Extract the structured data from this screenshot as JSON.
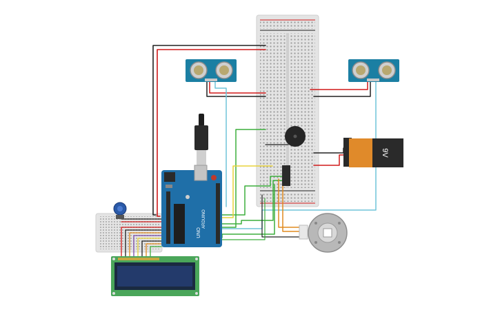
{
  "battery": {
    "label": "9V"
  },
  "arduino": {
    "board_text": "UNO",
    "brand_text": "ARDUINO"
  },
  "colors": {
    "board_blue": "#1f6fa8",
    "sensor_blue": "#1b7fa3",
    "breadboard": "#e6e6e6",
    "wire_red": "#d01818",
    "wire_black": "#202020",
    "wire_green": "#3cae3c",
    "wire_cyan": "#6ec4d8",
    "wire_yellow": "#e8d23a",
    "wire_orange": "#e08a1e",
    "wire_purple": "#7a48a8",
    "lcd_green": "#4aa65a",
    "lcd_screen": "#233a6b",
    "battery_orange": "#e08a2a",
    "pot_blue": "#2a5aa8"
  }
}
